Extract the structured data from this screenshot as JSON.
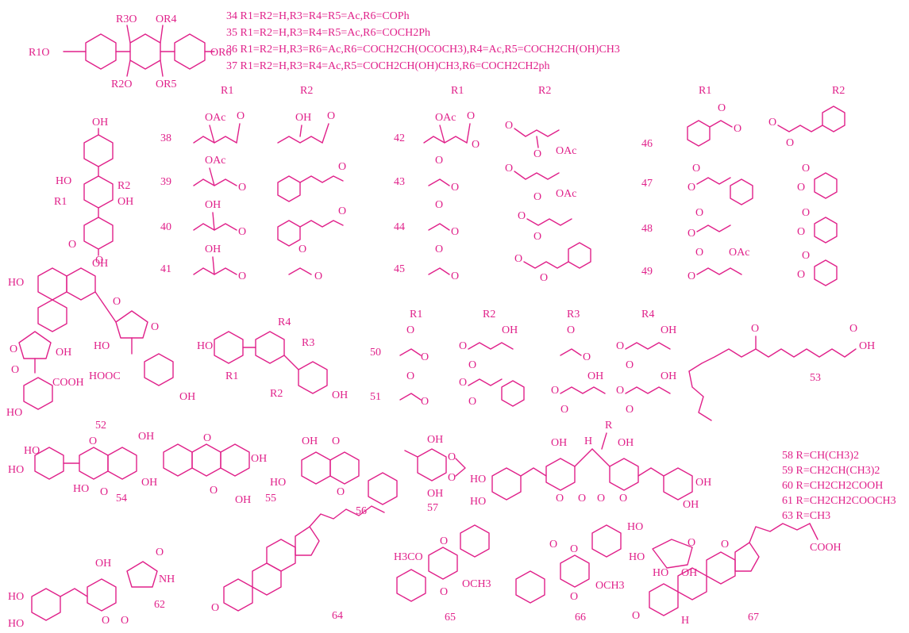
{
  "theme": {
    "ink": "#e0218a",
    "background": "#ffffff"
  },
  "definitions": [
    "34 R1=R2=H,R3=R4=R5=Ac,R6=COPh",
    "35 R1=R2=H,R3=R4=R5=Ac,R6=COCH2Ph",
    "36 R1=R2=H,R3=R6=Ac,R6=COCH2CH(OCOCH3),R4=Ac,R5=COCH2CH(OH)CH3",
    "37 R1=R2=H,R3=R4=Ac,R5=COCH2CH(OH)CH3,R6=COCH2CH2ph"
  ],
  "r_defs": [
    "58 R=CH(CH3)2",
    "59 R=CH2CH(CH3)2",
    "60 R=CH2CH2COOH",
    "61 R=CH2CH2COOCH3",
    "63 R=CH3"
  ],
  "headers": {
    "r1": "R1",
    "r2": "R2",
    "r3": "R3",
    "r4": "R4",
    "r": "R"
  },
  "compounds": {
    "c38": "38",
    "c39": "39",
    "c40": "40",
    "c41": "41",
    "c42": "42",
    "c43": "43",
    "c44": "44",
    "c45": "45",
    "c46": "46",
    "c47": "47",
    "c48": "48",
    "c49": "49",
    "c50": "50",
    "c51": "51",
    "c52": "52",
    "c53": "53",
    "c54": "54",
    "c55": "55",
    "c56": "56",
    "c57": "57",
    "c62": "62",
    "c64": "64",
    "c65": "65",
    "c66": "66",
    "c67": "67"
  },
  "atoms": {
    "oh": "OH",
    "ho": "HO",
    "o": "O",
    "oac": "OAc",
    "cooh": "COOH",
    "hooc": "HOOC",
    "nh": "NH",
    "h3co": "H3CO",
    "och3": "OCH3",
    "h": "H",
    "r1o": "R1O",
    "r3o": "R3O",
    "or4": "OR4",
    "r2o": "R2O",
    "or5": "OR5",
    "or6": "OR6",
    "r1": "R1",
    "r2": "R2",
    "r3": "R3",
    "r4": "R4"
  }
}
